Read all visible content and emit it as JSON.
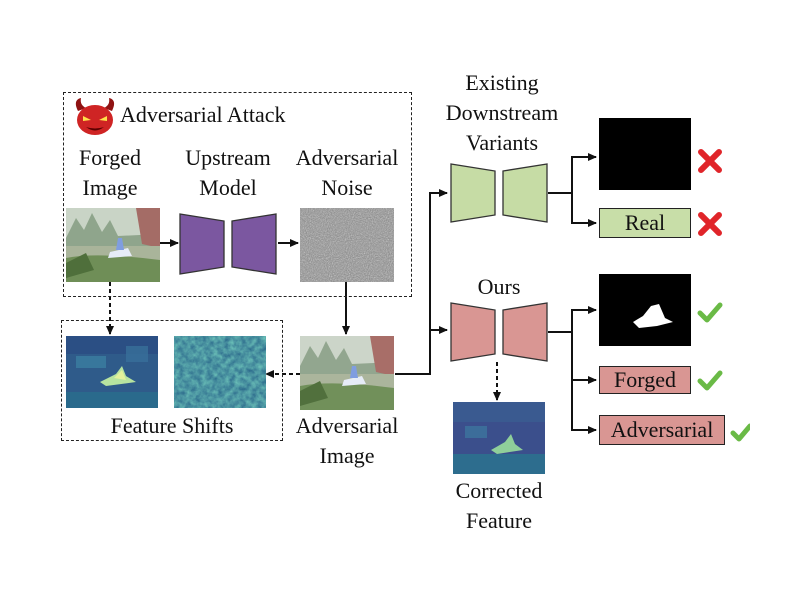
{
  "attack_box": {
    "title": "Adversarial Attack"
  },
  "labels": {
    "forged_image": [
      "Forged",
      "Image"
    ],
    "upstream_model": [
      "Upstream",
      "Model"
    ],
    "adversarial_noise": [
      "Adversarial",
      "Noise"
    ],
    "feature_shifts": "Feature Shifts",
    "adversarial_image": [
      "Adversarial",
      "Image"
    ],
    "existing_variants": [
      "Existing",
      "Downstream",
      "Variants"
    ],
    "ours": "Ours",
    "corrected_feature": [
      "Corrected",
      "Feature"
    ]
  },
  "outputs": {
    "real": "Real",
    "forged": "Forged",
    "adversarial": "Adversarial"
  },
  "colors": {
    "upstream_model": "#7b57a0",
    "existing_model": "#c6dca5",
    "ours_model": "#d99693",
    "real_tag": "#c8dea8",
    "ours_tag": "#d99693",
    "cross": "#e0252a",
    "check": "#6aba46"
  },
  "icons": {
    "attack": "devil-icon",
    "wrong": "cross-icon",
    "right": "check-icon"
  }
}
